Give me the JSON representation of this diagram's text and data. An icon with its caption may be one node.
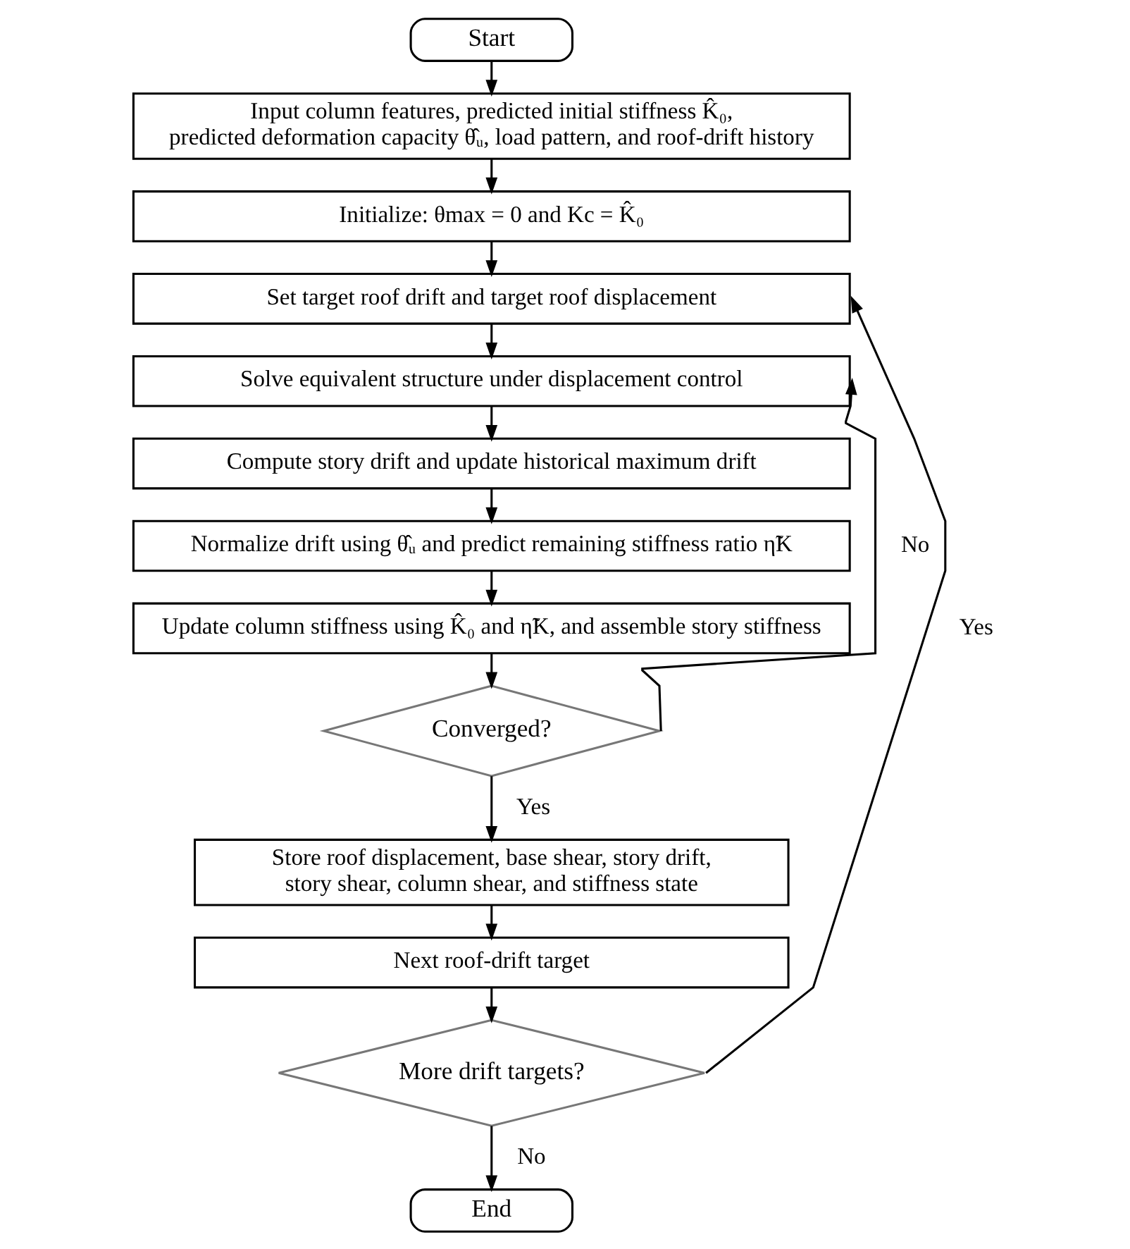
{
  "diagram": {
    "nodes": [
      {
        "text": [
          "Start"
        ]
      },
      {
        "text": [
          "Input column features, predicted initial stiffness K̂₀, predicted deformation capacity θ̂ᵤ, load pattern, and roof-drift history"
        ]
      },
      {
        "text": [
          "Initialize: θmax = 0 and Kc = K̂₀"
        ]
      },
      {
        "text": [
          "Set target roof drift and target roof displacement"
        ]
      },
      {
        "text": [
          "Solve equivalent structure under displacement control"
        ]
      },
      {
        "text": [
          "Compute story drift and update historical maximum drift"
        ]
      },
      {
        "text": [
          "Normalize drift using θ̂ᵤ and predict remaining stiffness ratio η̃K"
        ]
      },
      {
        "text": [
          "Update column stiffness using K̂₀ and η̃K, and assemble story stiffness"
        ]
      },
      {
        "text": [
          "Converged?"
        ]
      },
      {
        "text": [
          "Store roof displacement, base shear, story drift, story shear, column shear, and stiffness state"
        ]
      },
      {
        "text": [
          "Next roof-drift target"
        ]
      },
      {
        "text": [
          "More drift targets?"
        ]
      },
      {
        "text": [
          "End"
        ]
      }
    ],
    "edges": [
      {
        "from": 0,
        "to": 1,
        "arrow": "to"
      },
      {
        "from": 1,
        "to": 2,
        "arrow": "to"
      },
      {
        "from": 2,
        "to": 3,
        "arrow": "to"
      },
      {
        "from": 3,
        "to": 4,
        "arrow": "to"
      },
      {
        "from": 4,
        "to": 5,
        "arrow": "to"
      },
      {
        "from": 5,
        "to": 6,
        "arrow": "to"
      },
      {
        "from": 6,
        "to": 7,
        "arrow": "to"
      },
      {
        "from": 7,
        "to": 8,
        "arrow": "to"
      },
      {
        "from": 8,
        "to": 4,
        "arrow": "to",
        "label": "No"
      },
      {
        "from": 8,
        "to": 9,
        "arrow": "to",
        "label": "Yes"
      },
      {
        "from": 9,
        "to": 10,
        "arrow": "to"
      },
      {
        "from": 10,
        "to": 11,
        "arrow": "to"
      },
      {
        "from": 11,
        "to": 3,
        "arrow": "to",
        "label": "Yes"
      },
      {
        "from": 11,
        "to": 12,
        "arrow": "to",
        "label": "No"
      }
    ]
  }
}
